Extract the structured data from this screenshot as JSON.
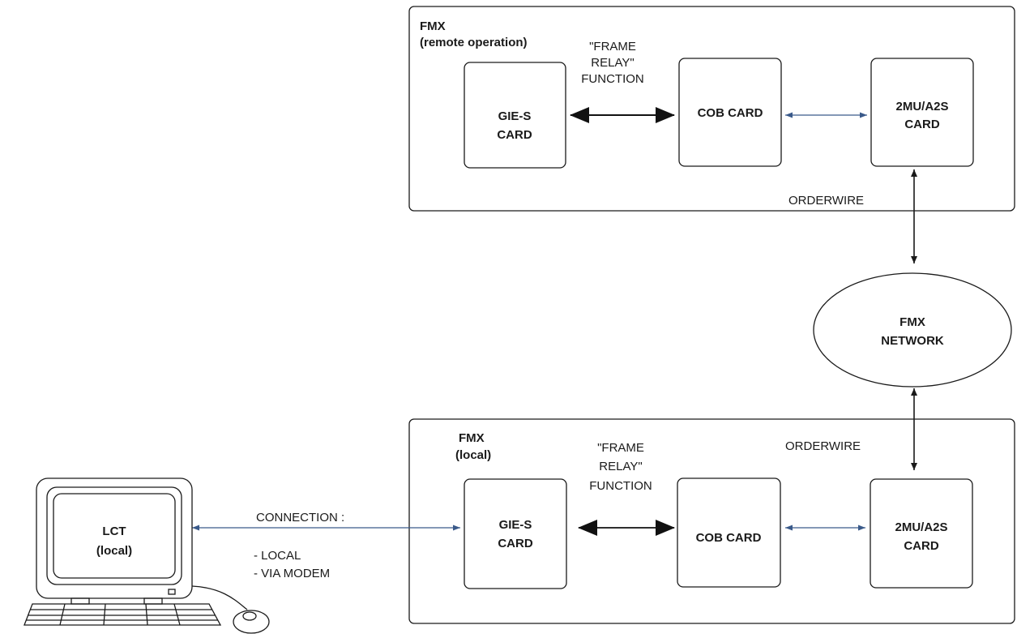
{
  "remote_fmx": {
    "title": "FMX",
    "subtitle": "(remote operation)",
    "frame_relay": [
      "\"FRAME",
      "RELAY\"",
      "FUNCTION"
    ],
    "gie_card": [
      "GIE-S",
      "CARD"
    ],
    "cob_card": "COB CARD",
    "mu_card": [
      "2MU/A2S",
      "CARD"
    ],
    "orderwire": "ORDERWIRE"
  },
  "network": [
    "FMX",
    "NETWORK"
  ],
  "local_fmx": {
    "title": "FMX",
    "subtitle": "(local)",
    "frame_relay": [
      "\"FRAME",
      "RELAY\"",
      "FUNCTION"
    ],
    "gie_card": [
      "GIE-S",
      "CARD"
    ],
    "cob_card": "COB CARD",
    "mu_card": [
      "2MU/A2S",
      "CARD"
    ],
    "orderwire": "ORDERWIRE"
  },
  "lct": [
    "LCT",
    "(local)"
  ],
  "connection": {
    "label": "CONNECTION :",
    "options": [
      "- LOCAL",
      "- VIA MODEM"
    ]
  },
  "colors": {
    "line": "#1a1a1a",
    "thin_arrow": "#3a5a8a"
  }
}
